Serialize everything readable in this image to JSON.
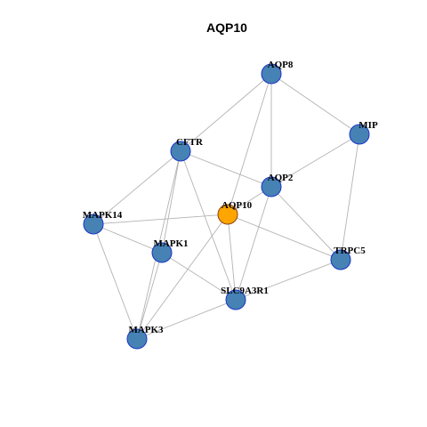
{
  "title": "AQP10",
  "colors": {
    "background": "#ffffff",
    "edge": "#b3b3b3",
    "node_fill": "#4682b4",
    "node_stroke": "#1a35c7",
    "focus_fill": "#ffa500",
    "focus_stroke": "#8b4513"
  },
  "nodes": [
    {
      "id": "AQP8",
      "label": "AQP8",
      "focus": false
    },
    {
      "id": "MIP",
      "label": "MIP",
      "focus": false
    },
    {
      "id": "CFTR",
      "label": "CFTR",
      "focus": false
    },
    {
      "id": "AQP2",
      "label": "AQP2",
      "focus": false
    },
    {
      "id": "AQP10",
      "label": "AQP10",
      "focus": true
    },
    {
      "id": "MAPK14",
      "label": "MAPK14",
      "focus": false
    },
    {
      "id": "MAPK1",
      "label": "MAPK1",
      "focus": false
    },
    {
      "id": "TRPC5",
      "label": "TRPC5",
      "focus": false
    },
    {
      "id": "SLC9A3R1",
      "label": "SLC9A3R1",
      "focus": false
    },
    {
      "id": "MAPK3",
      "label": "MAPK3",
      "focus": false
    }
  ],
  "edges": [
    [
      "AQP8",
      "MIP"
    ],
    [
      "AQP8",
      "CFTR"
    ],
    [
      "AQP8",
      "AQP2"
    ],
    [
      "AQP8",
      "AQP10"
    ],
    [
      "MIP",
      "AQP2"
    ],
    [
      "MIP",
      "TRPC5"
    ],
    [
      "CFTR",
      "MAPK14"
    ],
    [
      "CFTR",
      "AQP2"
    ],
    [
      "CFTR",
      "MAPK1"
    ],
    [
      "CFTR",
      "SLC9A3R1"
    ],
    [
      "CFTR",
      "MAPK3"
    ],
    [
      "AQP2",
      "AQP10"
    ],
    [
      "AQP2",
      "TRPC5"
    ],
    [
      "AQP2",
      "SLC9A3R1"
    ],
    [
      "AQP10",
      "MAPK14"
    ],
    [
      "AQP10",
      "TRPC5"
    ],
    [
      "AQP10",
      "SLC9A3R1"
    ],
    [
      "AQP10",
      "MAPK3"
    ],
    [
      "MAPK14",
      "MAPK1"
    ],
    [
      "MAPK14",
      "MAPK3"
    ],
    [
      "MAPK1",
      "SLC9A3R1"
    ],
    [
      "MAPK1",
      "MAPK3"
    ],
    [
      "SLC9A3R1",
      "TRPC5"
    ],
    [
      "SLC9A3R1",
      "MAPK3"
    ]
  ]
}
